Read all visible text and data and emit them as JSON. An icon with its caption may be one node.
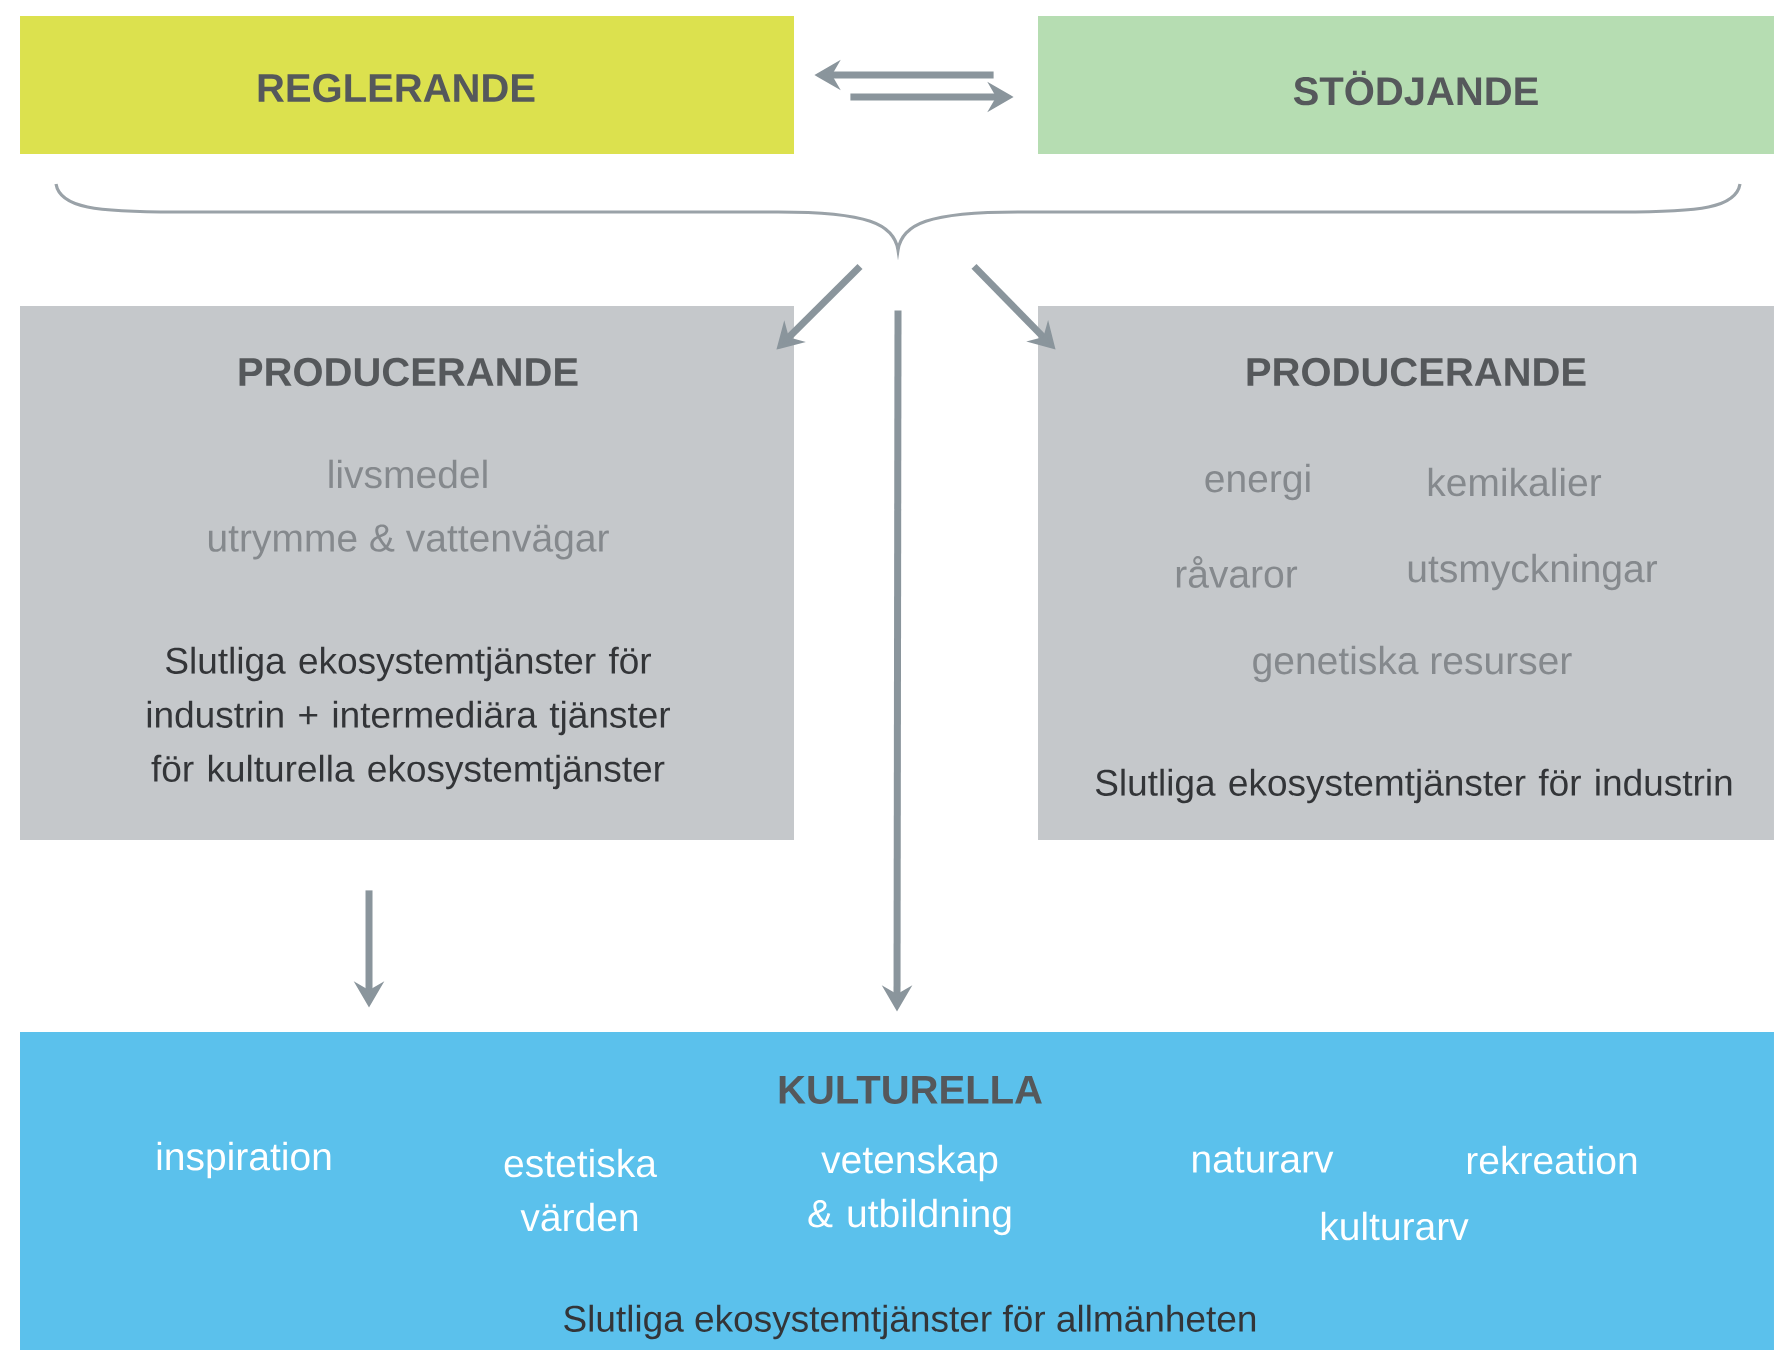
{
  "diagram": {
    "nodes": [
      {
        "text": [
          "REGLERANDE"
        ]
      },
      {
        "text": [
          "STÖDJANDE"
        ]
      },
      {
        "text": [],
        "shape": "brace"
      },
      {
        "text": [
          "PRODUCERANDE",
          "livsmedel",
          "utrymme & vattenvägar",
          "Slutliga ekosystemtjänster för industrin + intermediära tjänster för kulturella ekosystemtjänster"
        ]
      },
      {
        "text": [
          "PRODUCERANDE",
          "energi",
          "kemikalier",
          "råvaror",
          "utsmyckningar",
          "genetiska resurser",
          "Slutliga ekosystemtjänster för industrin"
        ]
      },
      {
        "text": [
          "KULTURELLA",
          "inspiration",
          "estetiska värden",
          "vetenskap & utbildning",
          "naturarv",
          "rekreation",
          "kulturarv",
          "Slutliga ekosystemtjänster för allmänheten"
        ]
      }
    ],
    "edges": [
      {
        "from": 1,
        "to": 0,
        "arrow": "to"
      },
      {
        "from": 0,
        "to": 1,
        "arrow": "to"
      },
      {
        "from": 2,
        "to": 3,
        "arrow": "to"
      },
      {
        "from": 2,
        "to": 4,
        "arrow": "to"
      },
      {
        "from": 2,
        "to": 5,
        "arrow": "to"
      },
      {
        "from": 3,
        "to": 5,
        "arrow": "to"
      }
    ]
  }
}
